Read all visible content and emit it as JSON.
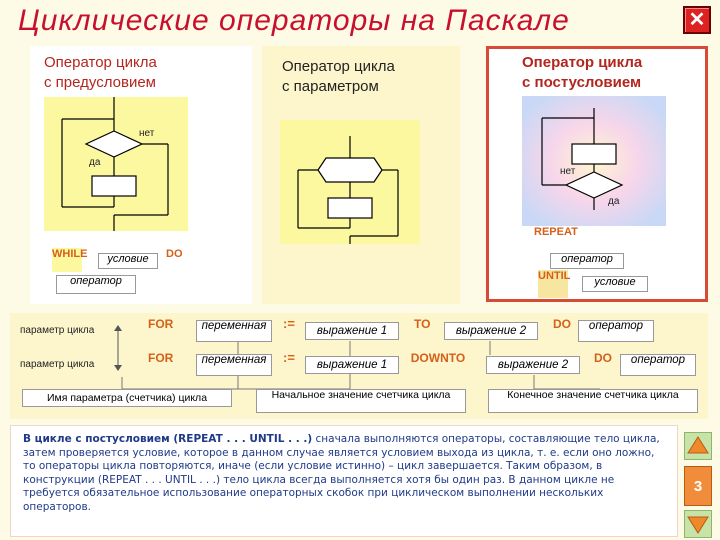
{
  "title": "Циклические операторы на Паскале",
  "close_icon_label": "✕",
  "panel_pre": {
    "title_line1": "Оператор цикла",
    "title_line2": "с предусловием",
    "no_label": "нет",
    "yes_label": "да",
    "kw_while": "WHILE",
    "box_condition": "условие",
    "kw_do": "DO",
    "box_operator": "оператор"
  },
  "panel_param": {
    "title_line1": "Оператор цикла",
    "title_line2": "с параметром"
  },
  "panel_post": {
    "title_line1": "Оператор цикла",
    "title_line2": "с постусловием",
    "no_label": "нет",
    "yes_label": "да",
    "kw_repeat": "REPEAT",
    "box_operator": "оператор",
    "kw_until": "UNTIL",
    "box_condition": "условие"
  },
  "syntax": {
    "row1": {
      "param_label": "параметр цикла",
      "kw_for": "FOR",
      "var": "переменная",
      "assign": ":=",
      "expr1": "выражение 1",
      "kw_to": "TO",
      "expr2": "выражение 2",
      "kw_do": "DO",
      "op": "оператор"
    },
    "row2": {
      "param_label": "параметр цикла",
      "kw_for": "FOR",
      "var": "переменная",
      "assign": ":=",
      "expr1": "выражение 1",
      "kw_downto": "DOWNTO",
      "expr2": "выражение 2",
      "kw_do": "DO",
      "op": "оператор"
    },
    "captions": {
      "param_name": "Имя параметра (счетчика) цикла",
      "start_value": "Начальное значение счетчика цикла",
      "end_value": "Конечное значение счетчика цикла"
    }
  },
  "description": {
    "bold_prefix": "В цикле с постусловием (REPEAT . . . UNTIL . . .)",
    "text": " сначала выполняются операторы, составляющие тело цикла, затем проверяется условие, которое в данном случае является условием выхода из цикла, т. е. если оно ложно, то операторы цикла повторяются, иначе (если условие истинно) – цикл завершается. Таким образом, в конструкции (REPEAT . . . UNTIL . . .) тело цикла всегда выполняется хотя бы один раз. В данном цикле не требуется обязательное использование операторных скобок при циклическом выполнении нескольких операторов."
  },
  "page_number": "3",
  "colors": {
    "title": "#c8102e",
    "keyword": "#d4601a",
    "description_text": "#1f3a88",
    "flow_bg": "#fcf8a0",
    "post_border": "#d64a36"
  }
}
